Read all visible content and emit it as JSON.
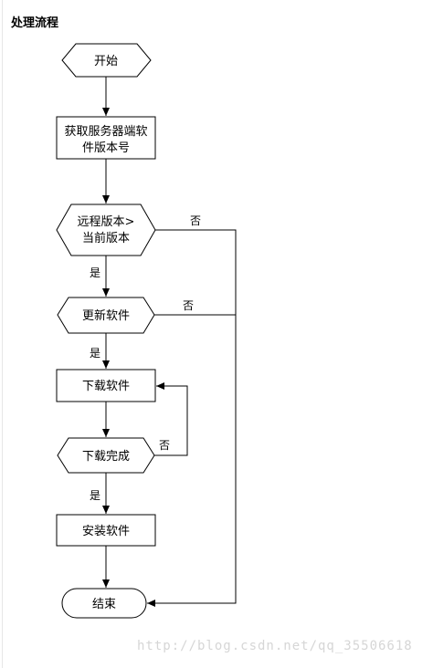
{
  "page": {
    "title": "处理流程"
  },
  "nodes": {
    "start": "开始",
    "get_version": [
      "获取服务器端软",
      "件版本号"
    ],
    "compare": [
      "远程版本>",
      "当前版本"
    ],
    "update": "更新软件",
    "download": "下载软件",
    "download_done": "下载完成",
    "install": "安装软件",
    "end": "结束"
  },
  "edges": {
    "compare_no": "否",
    "compare_yes": "是",
    "update_no": "否",
    "update_yes": "是",
    "done_no": "否",
    "done_yes": "是"
  },
  "watermark": "http://blog.csdn.net/qq_35506618"
}
